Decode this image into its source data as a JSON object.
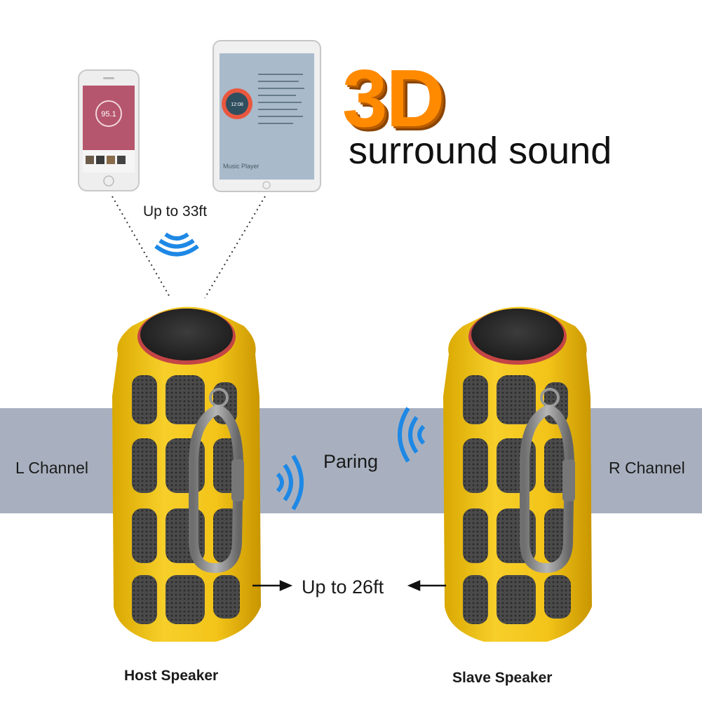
{
  "headline": {
    "big": "3D",
    "sub": "surround sound"
  },
  "labels": {
    "range_phone": "Up to 33ft",
    "left_channel": "L Channel",
    "right_channel": "R Channel",
    "pairing": "Paring",
    "range_speakers": "Up to 26ft",
    "host": "Host Speaker",
    "slave": "Slave Speaker"
  },
  "phone_screen": {
    "frequency": "95.1"
  },
  "tablet_screen": {
    "caption": "Music Player"
  },
  "colors": {
    "accent_orange": "#ff8a00",
    "speaker_yellow": "#f3c419",
    "band_gray": "#a8b0bf",
    "wireless_blue": "#1e88e5"
  }
}
